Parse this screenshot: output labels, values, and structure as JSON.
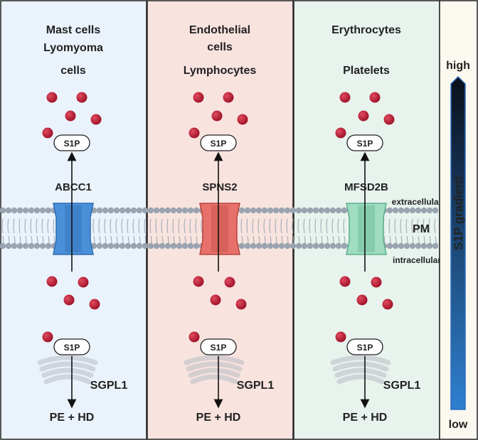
{
  "panels": [
    {
      "title_lines": [
        "Mast cells",
        "Lyomyoma",
        "cells"
      ],
      "transporter": "ABCC1",
      "transporter_color": "#3a6fb8",
      "channel_fill": "#4a90d9",
      "channel_dark": "#2f6bb0",
      "bg": "#eaf2fb"
    },
    {
      "title_lines": [
        "Endothelial",
        "cells",
        "Lymphocytes"
      ],
      "transporter": "SPNS2",
      "transporter_color": "#d6453d",
      "channel_fill": "#e8706a",
      "channel_dark": "#b8443f",
      "bg": "#f8e3df"
    },
    {
      "title_lines": [
        "Erythrocytes",
        "Platelets"
      ],
      "transporter": "MFSD2B",
      "transporter_color": "#3aa3ad",
      "channel_fill": "#9fdcc0",
      "channel_dark": "#5cae8c",
      "bg": "#e8f3ee"
    }
  ],
  "s1p_label": "S1P",
  "enzyme_label": "SGPL1",
  "product_label": "PE + HD",
  "membrane": {
    "extracellular_label": "extracellular",
    "intracellular_label": "intracellular",
    "pm_label": "PM"
  },
  "gradient": {
    "high_label": "high",
    "low_label": "low",
    "axis_label": "S1P gradient",
    "top_color": "#0a0f1a",
    "bottom_color": "#2f80d0"
  },
  "molecule_color": "#b3192e"
}
